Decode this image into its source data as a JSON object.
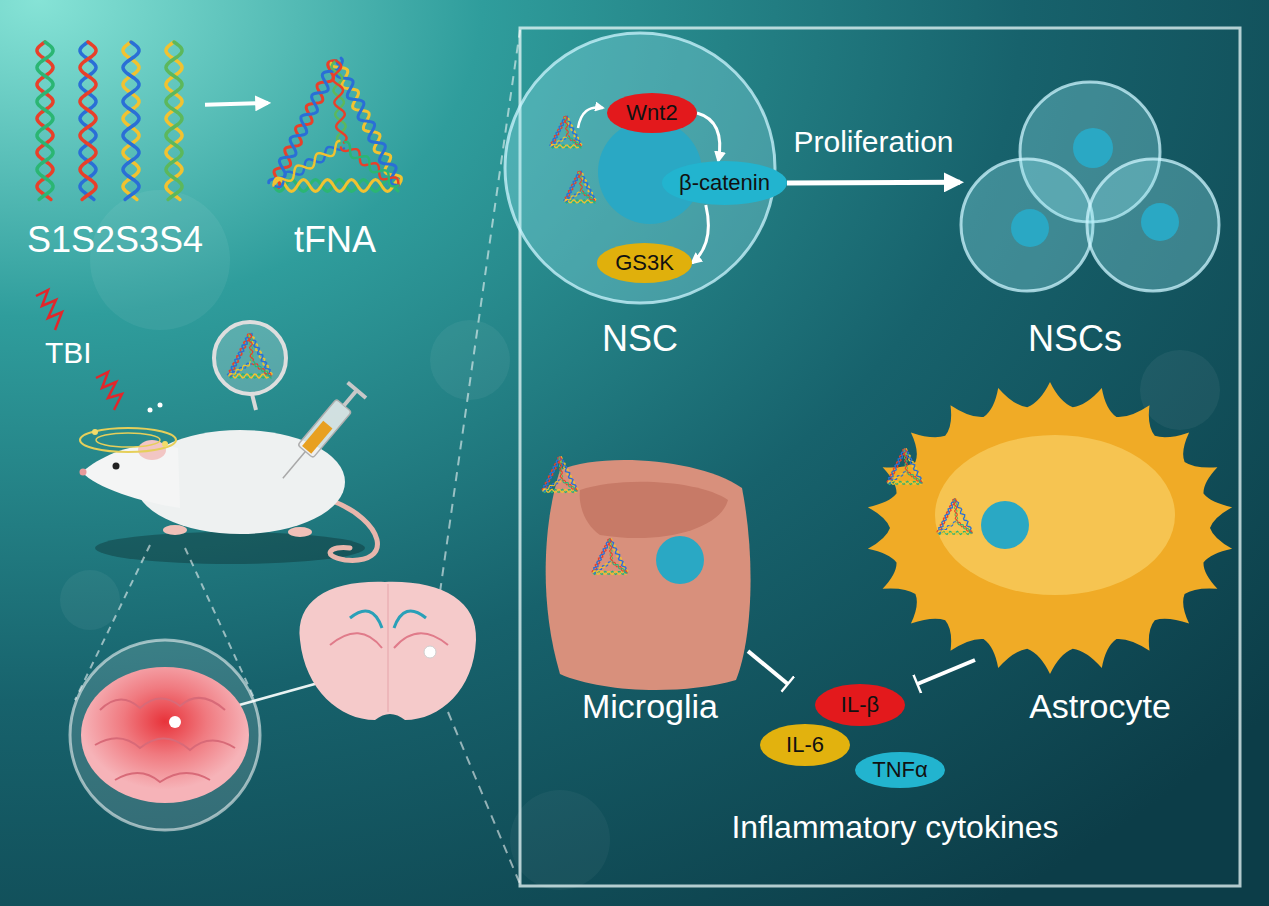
{
  "diagram": {
    "nodes": [
      {
        "text": [
          "S1S2S3S4"
        ]
      },
      {
        "text": [
          "tFNA"
        ]
      },
      {
        "text": [
          "NSC"
        ]
      },
      {
        "text": [
          "Wnt2"
        ],
        "in": 2
      },
      {
        "text": [
          "β-catenin"
        ],
        "in": 2
      },
      {
        "text": [
          "GS3K"
        ],
        "in": 2
      },
      {
        "text": [
          "NSCs"
        ]
      },
      {
        "text": [
          "Microglia"
        ]
      },
      {
        "text": [
          "Astrocyte"
        ]
      },
      {
        "text": [
          "Inflammatory cytokines"
        ]
      },
      {
        "text": [
          "IL-β"
        ],
        "in": 9
      },
      {
        "text": [
          "IL-6"
        ],
        "in": 9
      },
      {
        "text": [
          "TNFα"
        ],
        "in": 9
      }
    ],
    "edges": [
      {
        "from": 0,
        "to": 1,
        "arrow": "to"
      },
      {
        "from": 3,
        "to": 4,
        "arrow": "to"
      },
      {
        "from": 4,
        "to": 5,
        "arrow": "to"
      },
      {
        "from": 4,
        "to": 6,
        "label": "Proliferation",
        "arrow": "to"
      },
      {
        "from": 7,
        "to": 9,
        "arrow": "to"
      },
      {
        "from": 8,
        "to": 9,
        "arrow": "to"
      }
    ],
    "labels": [
      "TBI"
    ]
  }
}
